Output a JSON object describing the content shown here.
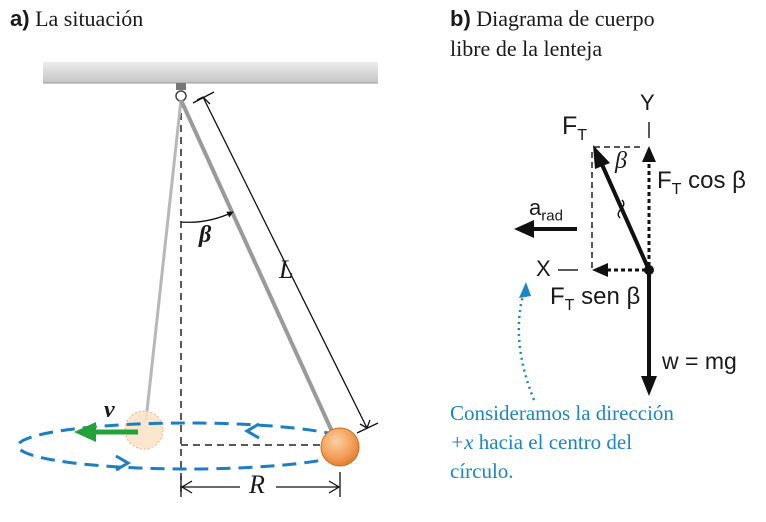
{
  "panel_a": {
    "letter": "a)",
    "title": "La situación",
    "angle_label": "β",
    "length_label": "L",
    "velocity_label": "v",
    "radius_label": "R"
  },
  "panel_b": {
    "letter": "b)",
    "title_line1": "Diagrama de cuerpo",
    "title_line2": "libre de la lenteja",
    "y_axis_label": "Y",
    "x_axis_label": "X",
    "tension_label": "F",
    "tension_sub": "T",
    "angle_label": "β",
    "accel_label": "a",
    "accel_sub": "rad",
    "vertical_comp_prefix": "F",
    "vertical_comp_sub": "T",
    "vertical_comp_suffix": " cos β",
    "horizontal_comp_prefix": "F",
    "horizontal_comp_sub": "T",
    "horizontal_comp_suffix": " sen β",
    "weight_label": "w = mg",
    "note_line1": "Consideramos la dirección",
    "note_line2_var": "+x",
    "note_line2_rest": " hacia el centro del",
    "note_line3": "círculo."
  },
  "colors": {
    "orbit_blue": "#1b7fc4",
    "velocity_green": "#22a33a",
    "bob_orange": "#f4a05a",
    "note_blue": "#1b86c6",
    "ceiling_gray": "#cfcfcf"
  }
}
